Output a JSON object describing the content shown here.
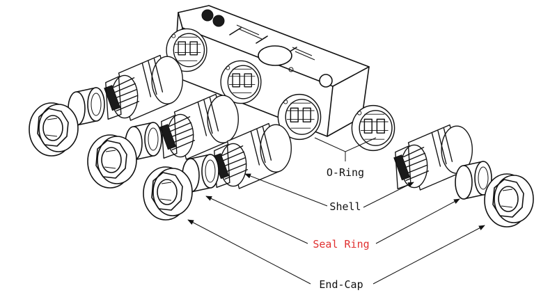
{
  "labels": {
    "o_ring": "O-Ring",
    "shell": "Shell",
    "seal_ring": "Seal Ring",
    "end_cap": "End-Cap"
  },
  "colors": {
    "line": "#111111",
    "seal_ring_label": "#e03030",
    "label": "#111111"
  }
}
